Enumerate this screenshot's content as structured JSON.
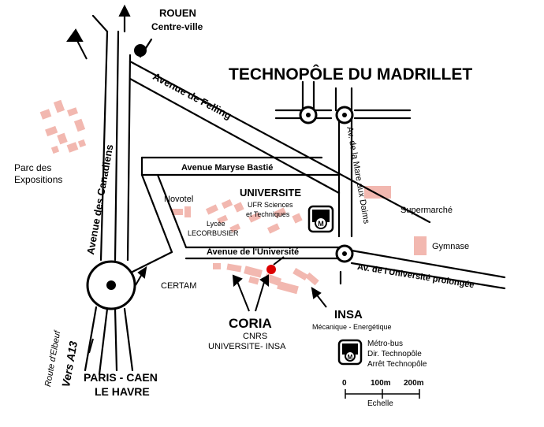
{
  "title": "TECHNOPÔLE DU MADRILLET",
  "colors": {
    "building": "#f2b8b0",
    "road": "#000000",
    "background": "#ffffff",
    "marker": "#dd0000"
  },
  "places": {
    "rouen": "ROUEN",
    "centre_ville": "Centre-ville",
    "parc_line1": "Parc des",
    "parc_line2": "Expositions",
    "novotel": "Novotel",
    "universite": "UNIVERSITE",
    "ufr_line1": "UFR Sciences",
    "ufr_line2": "et Techniques",
    "lycee_line1": "Lycée",
    "lycee_line2": "LECORBUSIER",
    "supermarche": "Supermarché",
    "gymnase": "Gymnase",
    "certam": "CERTAM",
    "coria": "CORIA",
    "cnrs": "CNRS",
    "univ_insa": "UNIVERSITE- INSA",
    "insa": "INSA",
    "insa_sub": "Mécanique - Energétique",
    "paris_caen": "PARIS - CAEN",
    "le_havre": "LE HAVRE"
  },
  "roads": {
    "felling": "Avenue de Felling",
    "canadiens": "Avenue des Canadiens",
    "bastie": "Avenue Maryse Bastié",
    "universite": "Avenue de l'Université",
    "universite_prolongee": "Av. de l'Université prolongée",
    "dain": "Av. de la Mare aux Daims",
    "elbeuf": "Route d'Elbeuf",
    "a13": "Vers A13"
  },
  "legend": {
    "metro_line1": "Métro-bus",
    "metro_line2": "Dir. Technopôle",
    "metro_line3": "Arrêt Technopôle",
    "metro_icon": "metro-bus-icon",
    "scale_0": "0",
    "scale_100": "100m",
    "scale_200": "200m",
    "scale_label": "Echelle"
  }
}
